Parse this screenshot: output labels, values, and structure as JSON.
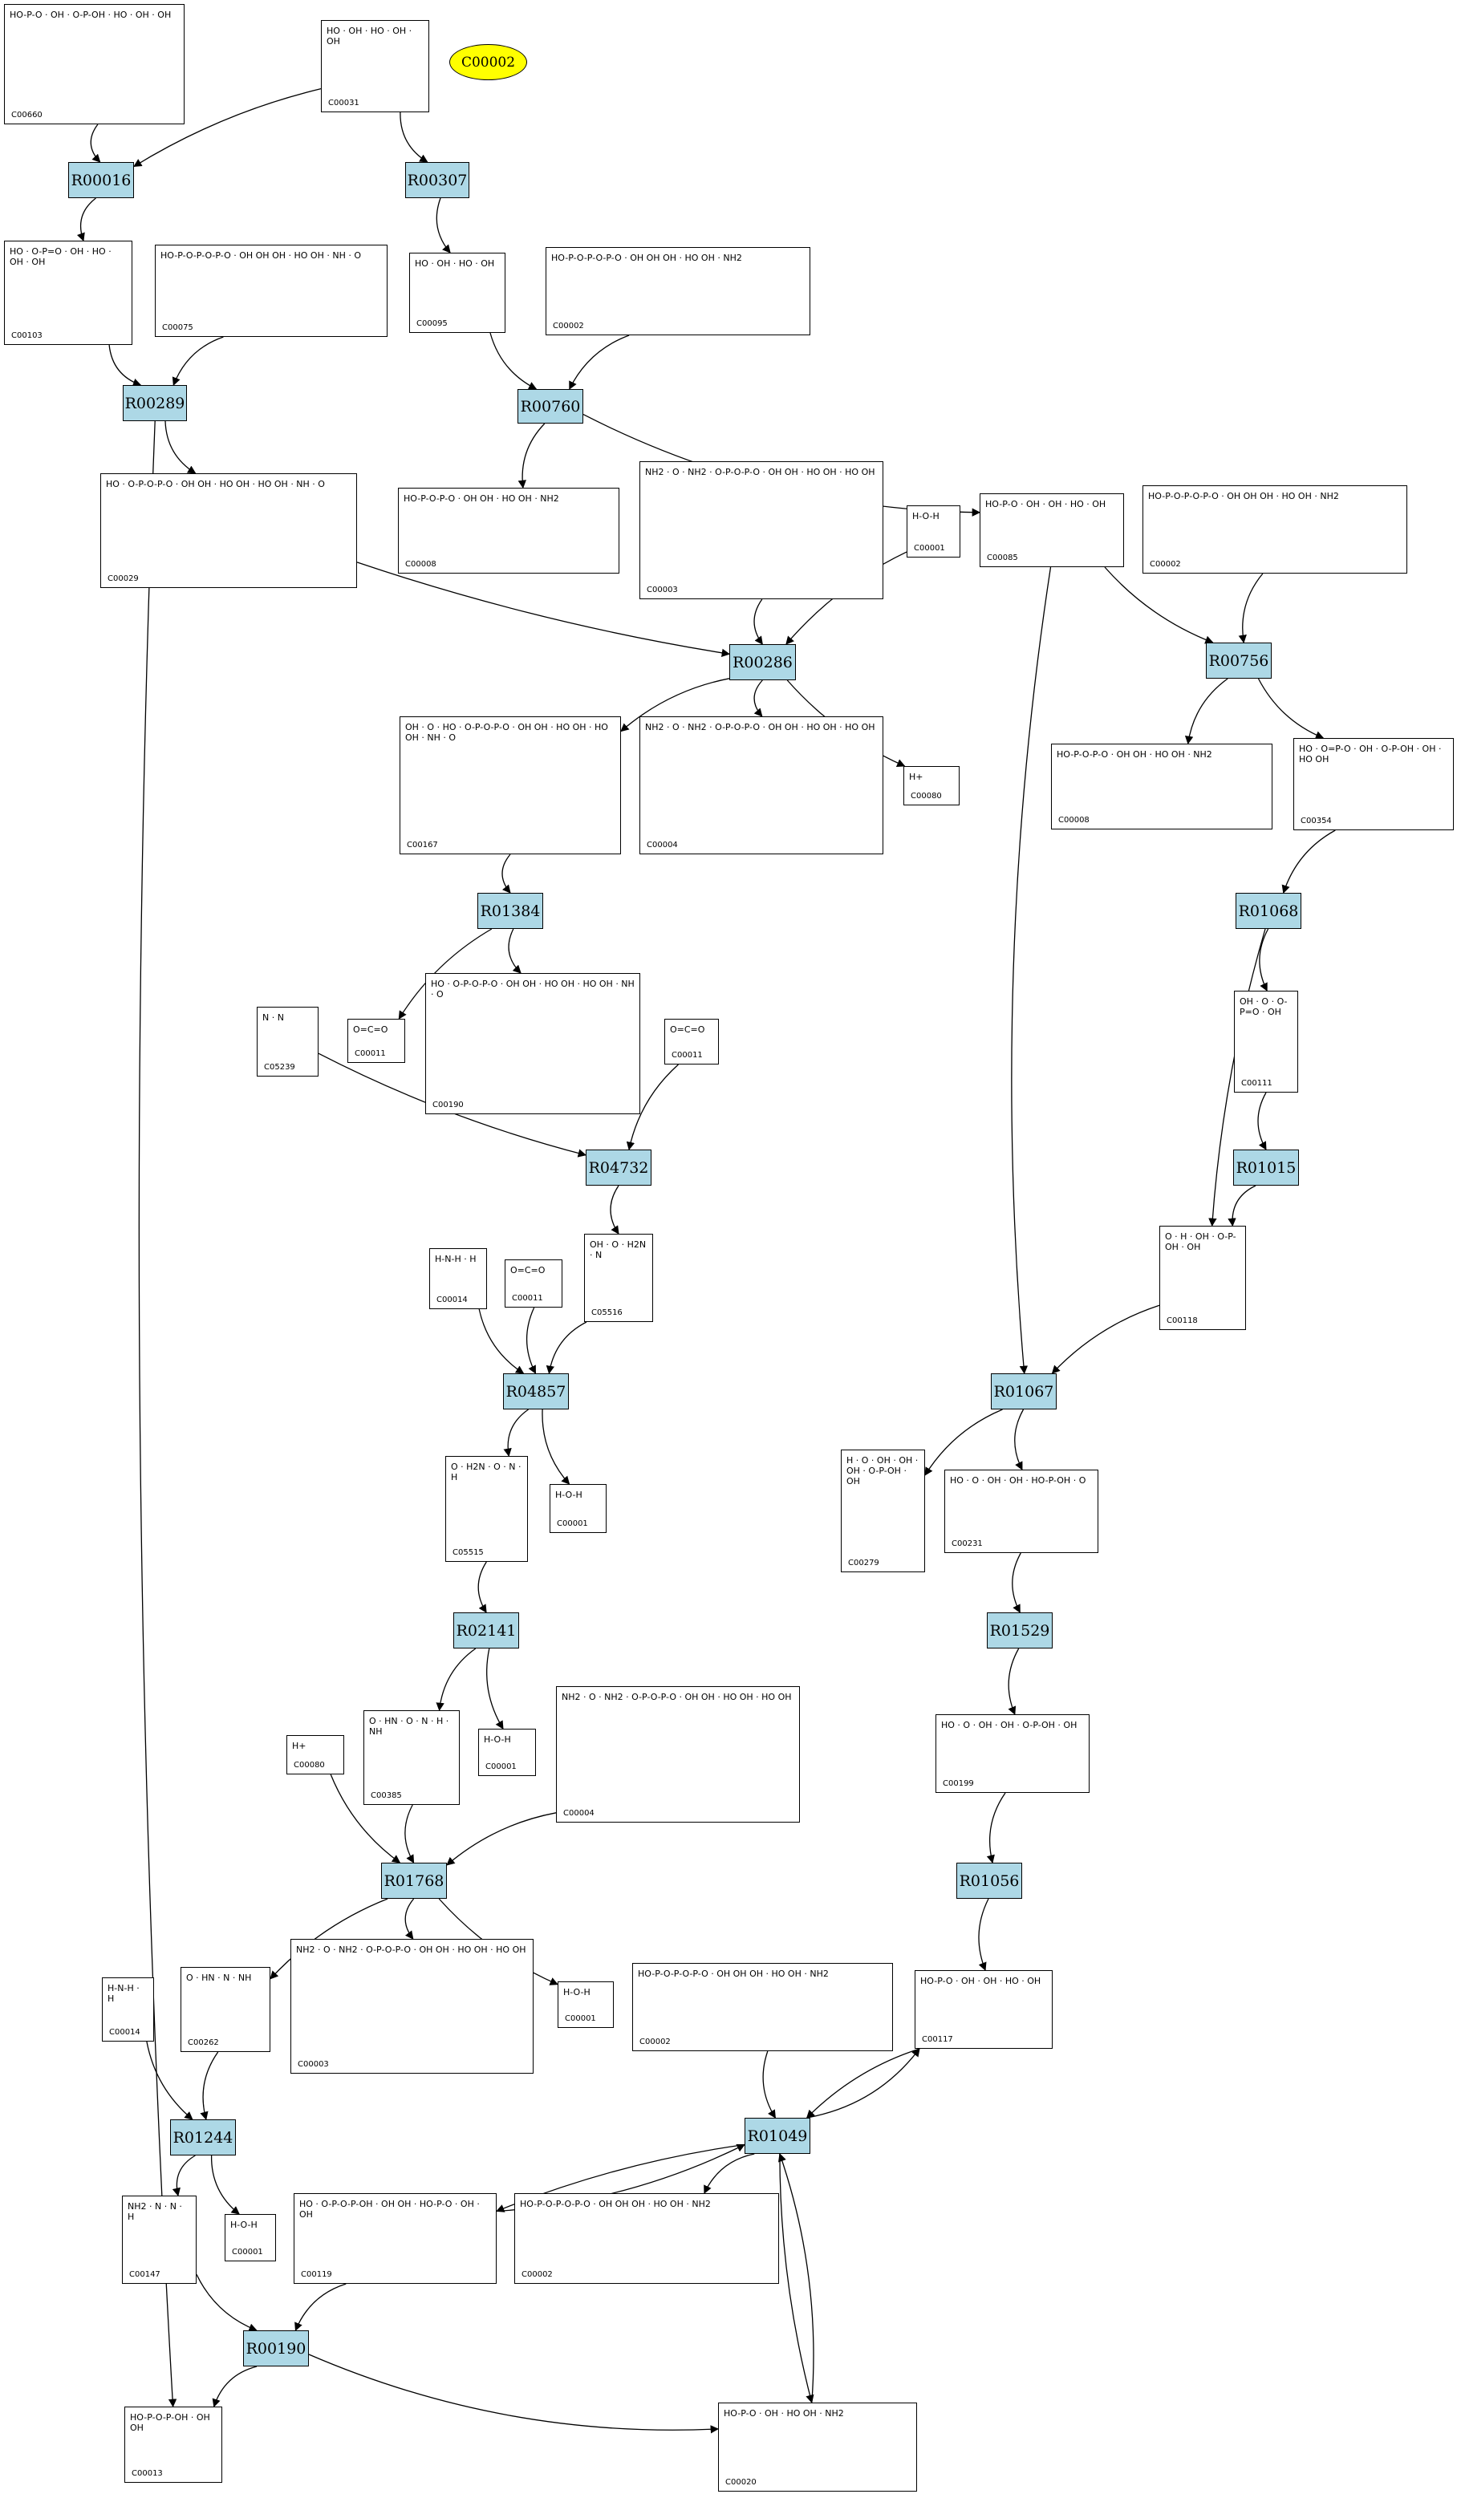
{
  "diagram": {
    "highlight": "C00002",
    "colors": {
      "reaction_fill": "#add8e6",
      "highlight_fill": "#ffff00",
      "edge": "#000000"
    },
    "compounds": [
      {
        "id": "C00660",
        "label": "C00660",
        "structure": "HO-P-O · OH · O-P-OH · HO · OH · OH"
      },
      {
        "id": "C00031",
        "label": "C00031",
        "structure": "HO · OH · HO · OH · OH"
      },
      {
        "id": "C00103",
        "label": "C00103",
        "structure": "HO · O-P=O · OH · HO · OH · OH"
      },
      {
        "id": "C00075",
        "label": "C00075",
        "structure": "HO-P-O-P-O-P-O · OH OH OH · HO OH · NH · O"
      },
      {
        "id": "C00095",
        "label": "C00095",
        "structure": "HO · OH · HO · OH"
      },
      {
        "id": "C00002_a",
        "label": "C00002",
        "structure": "HO-P-O-P-O-P-O · OH OH OH · HO OH · NH2"
      },
      {
        "id": "C00029",
        "label": "C00029",
        "structure": "HO · O-P-O-P-O · OH OH · HO OH · HO OH · NH · O"
      },
      {
        "id": "C00008_a",
        "label": "C00008",
        "structure": "HO-P-O-P-O · OH OH · HO OH · NH2"
      },
      {
        "id": "C00003_a",
        "label": "C00003",
        "structure": "NH2 · O · NH2 · O-P-O-P-O · OH OH · HO OH · HO OH"
      },
      {
        "id": "C00001_a",
        "label": "C00001",
        "structure": "H-O-H"
      },
      {
        "id": "C00085",
        "label": "C00085",
        "structure": "HO-P-O · OH · OH · HO · OH"
      },
      {
        "id": "C00002_b",
        "label": "C00002",
        "structure": "HO-P-O-P-O-P-O · OH OH OH · HO OH · NH2"
      },
      {
        "id": "C00167",
        "label": "C00167",
        "structure": "OH · O · HO · O-P-O-P-O · OH OH · HO OH · HO OH · NH · O"
      },
      {
        "id": "C00004_a",
        "label": "C00004",
        "structure": "NH2 · O · NH2 · O-P-O-P-O · OH OH · HO OH · HO OH"
      },
      {
        "id": "C00080_a",
        "label": "C00080",
        "structure": "H+"
      },
      {
        "id": "C00008_b",
        "label": "C00008",
        "structure": "HO-P-O-P-O · OH OH · HO OH · NH2"
      },
      {
        "id": "C00354",
        "label": "C00354",
        "structure": "HO · O=P-O · OH · O-P-OH · OH · HO OH"
      },
      {
        "id": "C05239",
        "label": "C05239",
        "structure": "N · N"
      },
      {
        "id": "C00011_a",
        "label": "C00011",
        "structure": "O=C=O"
      },
      {
        "id": "C00190",
        "label": "C00190",
        "structure": "HO · O-P-O-P-O · OH OH · HO OH · HO OH · NH · O"
      },
      {
        "id": "C00011_b",
        "label": "C00011",
        "structure": "O=C=O"
      },
      {
        "id": "C00111",
        "label": "C00111",
        "structure": "OH · O · O-P=O · OH"
      },
      {
        "id": "C00014_a",
        "label": "C00014",
        "structure": "H-N-H · H"
      },
      {
        "id": "C00011_c",
        "label": "C00011",
        "structure": "O=C=O"
      },
      {
        "id": "C05516",
        "label": "C05516",
        "structure": "OH · O · H2N · N"
      },
      {
        "id": "C00118",
        "label": "C00118",
        "structure": "O · H · OH · O-P-OH · OH"
      },
      {
        "id": "C05515",
        "label": "C05515",
        "structure": "O · H2N · O · N · H"
      },
      {
        "id": "C00001_b",
        "label": "C00001",
        "structure": "H-O-H"
      },
      {
        "id": "C00279",
        "label": "C00279",
        "structure": "H · O · OH · OH · OH · O-P-OH · OH"
      },
      {
        "id": "C00231",
        "label": "C00231",
        "structure": "HO · O · OH · OH · HO-P-OH · O"
      },
      {
        "id": "C00080_b",
        "label": "C00080",
        "structure": "H+"
      },
      {
        "id": "C00385",
        "label": "C00385",
        "structure": "O · HN · O · N · H · NH"
      },
      {
        "id": "C00001_c",
        "label": "C00001",
        "structure": "H-O-H"
      },
      {
        "id": "C00004_b",
        "label": "C00004",
        "structure": "NH2 · O · NH2 · O-P-O-P-O · OH OH · HO OH · HO OH"
      },
      {
        "id": "C00199",
        "label": "C00199",
        "structure": "HO · O · OH · OH · O-P-OH · OH"
      },
      {
        "id": "C00014_b",
        "label": "C00014",
        "structure": "H-N-H · H"
      },
      {
        "id": "C00262",
        "label": "C00262",
        "structure": "O · HN · N · NH"
      },
      {
        "id": "C00003_b",
        "label": "C00003",
        "structure": "NH2 · O · NH2 · O-P-O-P-O · OH OH · HO OH · HO OH"
      },
      {
        "id": "C00001_d",
        "label": "C00001",
        "structure": "H-O-H"
      },
      {
        "id": "C00002_c",
        "label": "C00002",
        "structure": "HO-P-O-P-O-P-O · OH OH OH · HO OH · NH2"
      },
      {
        "id": "C00117",
        "label": "C00117",
        "structure": "HO-P-O · OH · OH · HO · OH"
      },
      {
        "id": "C00147",
        "label": "C00147",
        "structure": "NH2 · N · N · H"
      },
      {
        "id": "C00001_e",
        "label": "C00001",
        "structure": "H-O-H"
      },
      {
        "id": "C00119",
        "label": "C00119",
        "structure": "HO · O-P-O-P-OH · OH OH · HO-P-O · OH · OH"
      },
      {
        "id": "C00002_d",
        "label": "C00002",
        "structure": "HO-P-O-P-O-P-O · OH OH OH · HO OH · NH2"
      },
      {
        "id": "C00013",
        "label": "C00013",
        "structure": "HO-P-O-P-OH · OH OH"
      },
      {
        "id": "C00020",
        "label": "C00020",
        "structure": "HO-P-O · OH · HO OH · NH2"
      }
    ],
    "reactions": [
      {
        "id": "R00016",
        "label": "R00016"
      },
      {
        "id": "R00307",
        "label": "R00307"
      },
      {
        "id": "R00289",
        "label": "R00289"
      },
      {
        "id": "R00760",
        "label": "R00760"
      },
      {
        "id": "R00286",
        "label": "R00286"
      },
      {
        "id": "R00756",
        "label": "R00756"
      },
      {
        "id": "R01384",
        "label": "R01384"
      },
      {
        "id": "R01068",
        "label": "R01068"
      },
      {
        "id": "R04732",
        "label": "R04732"
      },
      {
        "id": "R01015",
        "label": "R01015"
      },
      {
        "id": "R04857",
        "label": "R04857"
      },
      {
        "id": "R01067",
        "label": "R01067"
      },
      {
        "id": "R02141",
        "label": "R02141"
      },
      {
        "id": "R01529",
        "label": "R01529"
      },
      {
        "id": "R01768",
        "label": "R01768"
      },
      {
        "id": "R01056",
        "label": "R01056"
      },
      {
        "id": "R01244",
        "label": "R01244"
      },
      {
        "id": "R01049",
        "label": "R01049"
      },
      {
        "id": "R00190",
        "label": "R00190"
      }
    ],
    "edges": [
      [
        "C00660",
        "R00016"
      ],
      [
        "C00031",
        "R00016"
      ],
      [
        "C00031",
        "R00307"
      ],
      [
        "R00016",
        "C00103"
      ],
      [
        "R00307",
        "C00095"
      ],
      [
        "C00103",
        "R00289"
      ],
      [
        "C00075",
        "R00289"
      ],
      [
        "C00095",
        "R00760"
      ],
      [
        "C00002_a",
        "R00760"
      ],
      [
        "R00289",
        "C00029"
      ],
      [
        "R00289",
        "C00013"
      ],
      [
        "R00760",
        "C00008_a"
      ],
      [
        "R00760",
        "C00085"
      ],
      [
        "C00029",
        "R00286"
      ],
      [
        "C00003_a",
        "R00286"
      ],
      [
        "C00001_a",
        "R00286"
      ],
      [
        "C00085",
        "R00756"
      ],
      [
        "C00085",
        "R01067"
      ],
      [
        "C00002_b",
        "R00756"
      ],
      [
        "R00286",
        "C00167"
      ],
      [
        "R00286",
        "C00004_a"
      ],
      [
        "R00286",
        "C00080_a"
      ],
      [
        "R00756",
        "C00008_b"
      ],
      [
        "R00756",
        "C00354"
      ],
      [
        "C00167",
        "R01384"
      ],
      [
        "R01384",
        "C00011_a"
      ],
      [
        "R01384",
        "C00190"
      ],
      [
        "C00354",
        "R01068"
      ],
      [
        "R01068",
        "C00111"
      ],
      [
        "R01068",
        "C00118"
      ],
      [
        "C05239",
        "R04732"
      ],
      [
        "C00011_b",
        "R04732"
      ],
      [
        "R04732",
        "C05516"
      ],
      [
        "C00111",
        "R01015"
      ],
      [
        "R01015",
        "C00118"
      ],
      [
        "C00014_a",
        "R04857"
      ],
      [
        "C00011_c",
        "R04857"
      ],
      [
        "C05516",
        "R04857"
      ],
      [
        "C00118",
        "R01067"
      ],
      [
        "R04857",
        "C05515"
      ],
      [
        "R04857",
        "C00001_b"
      ],
      [
        "R01067",
        "C00279"
      ],
      [
        "R01067",
        "C00231"
      ],
      [
        "C05515",
        "R02141"
      ],
      [
        "R02141",
        "C00385"
      ],
      [
        "R02141",
        "C00001_c"
      ],
      [
        "C00231",
        "R01529"
      ],
      [
        "R01529",
        "C00199"
      ],
      [
        "C00080_b",
        "R01768"
      ],
      [
        "C00385",
        "R01768"
      ],
      [
        "C00004_b",
        "R01768"
      ],
      [
        "C00199",
        "R01056"
      ],
      [
        "R01056",
        "C00117"
      ],
      [
        "R01768",
        "C00262"
      ],
      [
        "R01768",
        "C00003_b"
      ],
      [
        "R01768",
        "C00001_d"
      ],
      [
        "C00014_b",
        "R01244"
      ],
      [
        "C00262",
        "R01244"
      ],
      [
        "C00002_c",
        "R01049"
      ],
      [
        "C00117",
        "R01049"
      ],
      [
        "R01049",
        "C00117"
      ],
      [
        "R01244",
        "C00147"
      ],
      [
        "R01244",
        "C00001_e"
      ],
      [
        "R01049",
        "C00119"
      ],
      [
        "C00119",
        "R01049"
      ],
      [
        "R01049",
        "C00002_d"
      ],
      [
        "R01049",
        "C00020"
      ],
      [
        "C00020",
        "R01049"
      ],
      [
        "C00147",
        "R00190"
      ],
      [
        "C00119",
        "R00190"
      ],
      [
        "R00190",
        "C00013"
      ],
      [
        "R00190",
        "C00020"
      ]
    ]
  }
}
